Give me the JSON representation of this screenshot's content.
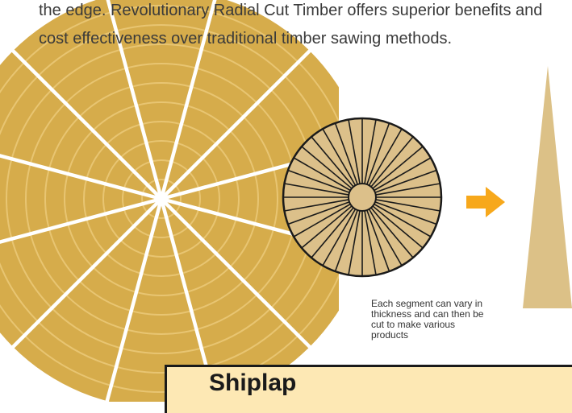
{
  "intro": {
    "text": "the edge. Revolutionary Radial Cut Timber offers superior benefits and cost effectiveness over traditional timber sawing methods."
  },
  "caption": {
    "text": "Each segment can vary in thickness and can then be cut to make various products"
  },
  "shiplap": {
    "title": "Shiplap"
  },
  "colors": {
    "timber": "#d6ac4b",
    "ring": "#e8c572",
    "segment": "#dcc187",
    "small_wheel_fill": "#dcc08a",
    "arrow": "#f7a81b",
    "panel": "#fde8b4",
    "outline": "#1a1a1a"
  }
}
